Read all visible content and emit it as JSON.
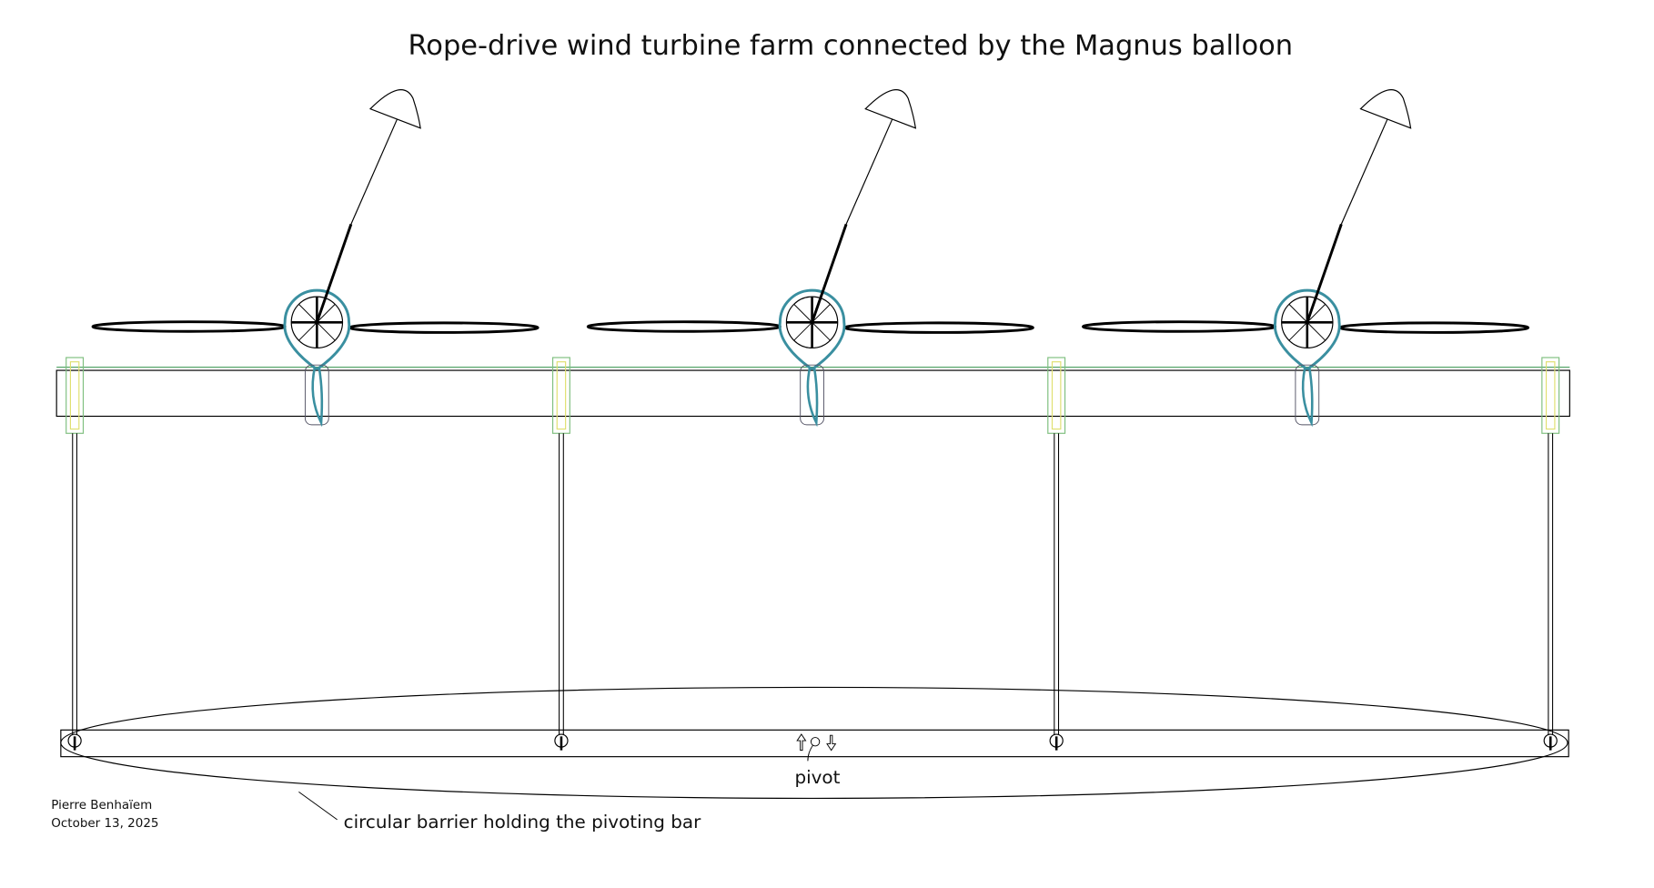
{
  "title": "Rope-drive wind turbine farm connected by the Magnus balloon",
  "labels": {
    "pivot": "pivot",
    "barrier": "circular barrier holding the pivoting bar"
  },
  "credit": {
    "author": "Pierre Benhaïem",
    "date": "October 13, 2025"
  },
  "turbine_count": 3,
  "colors": {
    "line": "#000000",
    "rope_loop": "#3a8fa0",
    "bracket_outer": "#7fbf7f",
    "bracket_inner": "#e0e070",
    "bar_top_edge": "#4aa060"
  }
}
